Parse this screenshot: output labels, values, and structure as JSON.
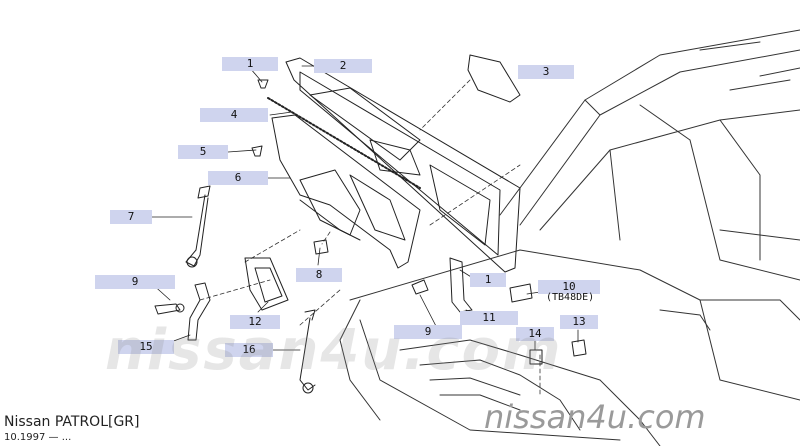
{
  "callouts": [
    {
      "id": "c1",
      "text": "1"
    },
    {
      "id": "c2",
      "text": "2"
    },
    {
      "id": "c3",
      "text": "3"
    },
    {
      "id": "c4",
      "text": "4"
    },
    {
      "id": "c5",
      "text": "5"
    },
    {
      "id": "c6",
      "text": "6"
    },
    {
      "id": "c7",
      "text": "7"
    },
    {
      "id": "c8",
      "text": "8"
    },
    {
      "id": "c9a",
      "text": "9"
    },
    {
      "id": "c9b",
      "text": "9"
    },
    {
      "id": "c10",
      "text": "10"
    },
    {
      "id": "c11",
      "text": "11"
    },
    {
      "id": "c12",
      "text": "12"
    },
    {
      "id": "c13",
      "text": "13"
    },
    {
      "id": "c14",
      "text": "14"
    },
    {
      "id": "c15",
      "text": "15"
    },
    {
      "id": "c16",
      "text": "16"
    },
    {
      "id": "c1b",
      "text": "1"
    }
  ],
  "engine_code": "(TB48DE)",
  "footer": {
    "model": "Nissan PATROL[GR]",
    "date": "10.1997 — ..."
  },
  "watermark": {
    "center": "nissan4u.com",
    "corner": "nissan4u.com"
  },
  "colors": {
    "label_bg": "#cfd4ee",
    "line": "#222222",
    "watermark": "#9a9a9a"
  }
}
